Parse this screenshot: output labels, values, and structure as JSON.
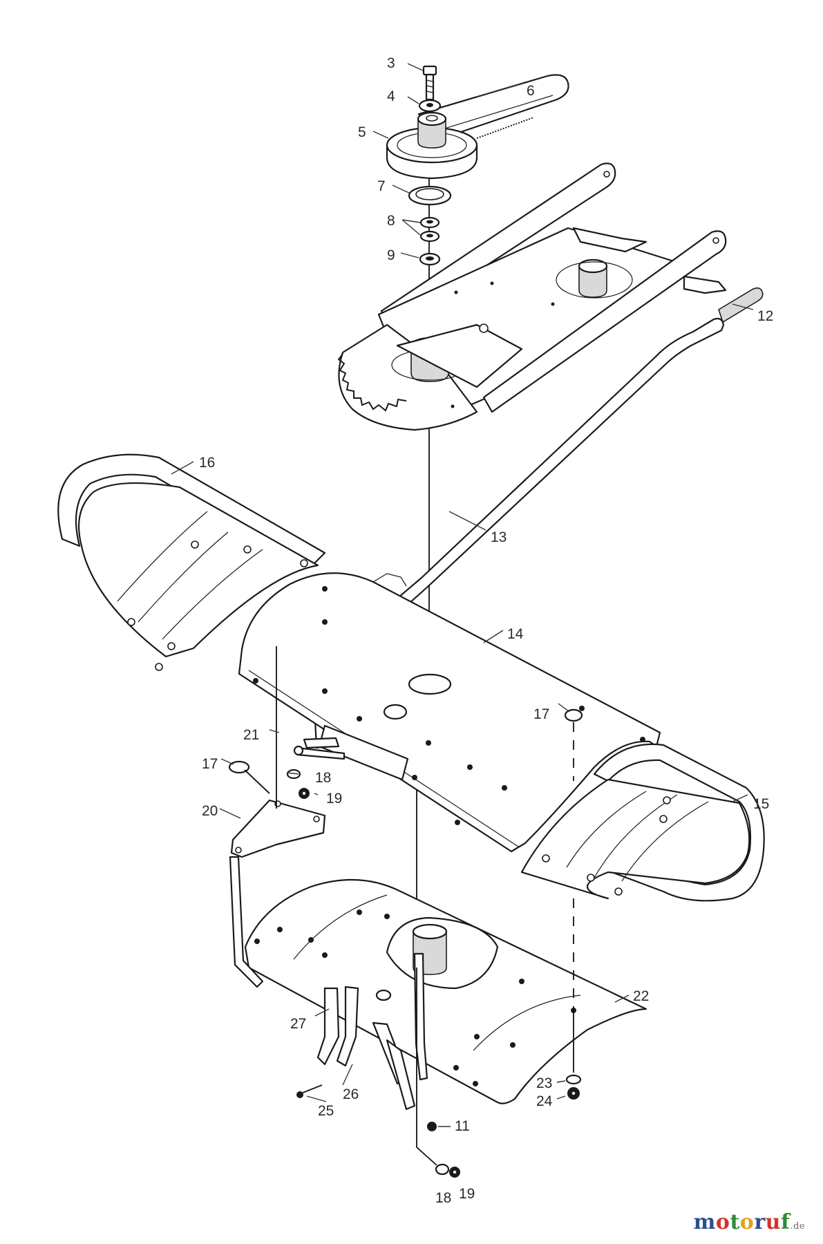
{
  "callouts": {
    "c3": "3",
    "c4": "4",
    "c5": "5",
    "c6": "6",
    "c7": "7",
    "c8": "8",
    "c9": "9",
    "c12": "12",
    "c13": "13",
    "c14": "14",
    "c15": "15",
    "c16": "16",
    "c17a": "17",
    "c17b": "17",
    "c18a": "18",
    "c18b": "18",
    "c19a": "19",
    "c19b": "19",
    "c20": "20",
    "c21": "21",
    "c22": "22",
    "c23": "23",
    "c24": "24",
    "c25": "25",
    "c26": "26",
    "c27": "27",
    "c11": "11"
  },
  "watermark": {
    "letters": [
      "m",
      "o",
      "t",
      "o",
      "r",
      "u",
      "f"
    ],
    "colors": [
      "#2c4f8c",
      "#d0352d",
      "#2e8b3a",
      "#e0a21c",
      "#2c4f8c",
      "#d0352d",
      "#2e8b3a"
    ],
    "suffix": ".de"
  }
}
